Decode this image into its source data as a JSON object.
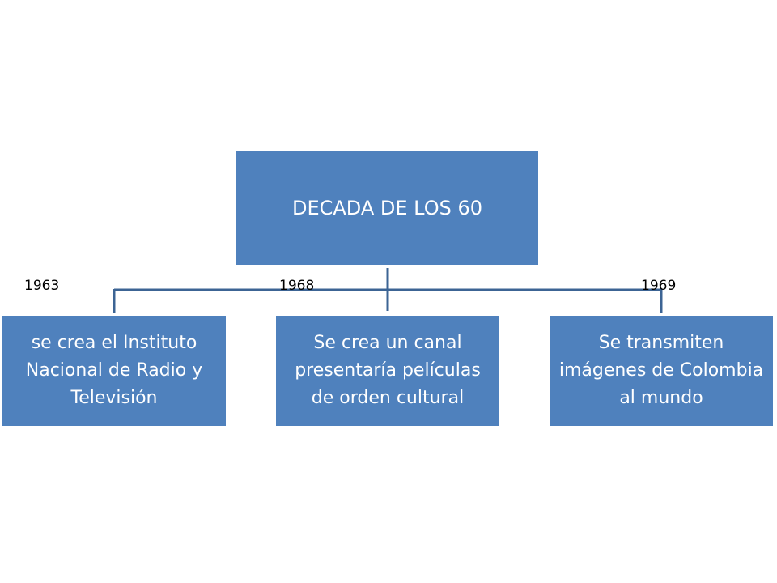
{
  "diagram": {
    "root": {
      "label": "DECADA DE LOS 60"
    },
    "children": [
      {
        "year": "1963",
        "label": "se crea el Instituto Nacional de Radio y Televisión"
      },
      {
        "year": "1968",
        "label": "Se crea un canal presentaría películas de orden cultural"
      },
      {
        "year": "1969",
        "label": "Se transmiten imágenes de Colombia al mundo"
      }
    ]
  },
  "colors": {
    "box_fill": "#4f81bd",
    "connector": "#3c6494",
    "box_text": "#ffffff"
  }
}
